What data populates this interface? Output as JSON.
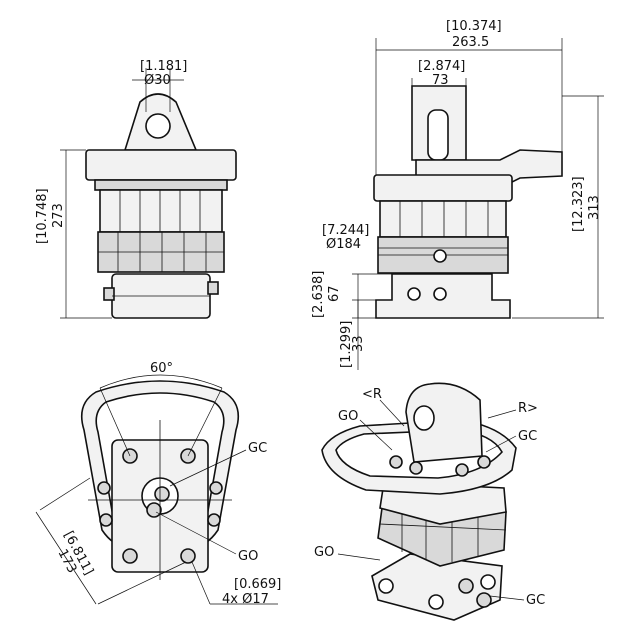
{
  "dims": {
    "pin_in": "[1.181]",
    "pin_mm": "Ø30",
    "width_in": "[10.374]",
    "width_mm": "263.5",
    "arm_in": "[2.874]",
    "arm_mm": "73",
    "height_left_in": "[10.748]",
    "height_left_mm": "273",
    "height_right_in": "[12.323]",
    "height_right_mm": "313",
    "body_in": "[7.244]",
    "body_mm": "Ø184",
    "base_in": "[2.638]",
    "base_mm": "67",
    "foot_in": "[1.299]",
    "foot_mm": "33",
    "angle": "60°",
    "diag_in": "[6.811]",
    "diag_mm": "173",
    "hole_in": "[0.669]",
    "hole_mm": "4x  Ø17"
  },
  "ports": {
    "gc_top": "GC",
    "go_bottom": "GO",
    "iso_r_left": "<R",
    "iso_r_right": "R>",
    "iso_go_top": "GO",
    "iso_gc_top": "GC",
    "iso_go_side": "GO",
    "iso_gc_bottom": "GC"
  }
}
